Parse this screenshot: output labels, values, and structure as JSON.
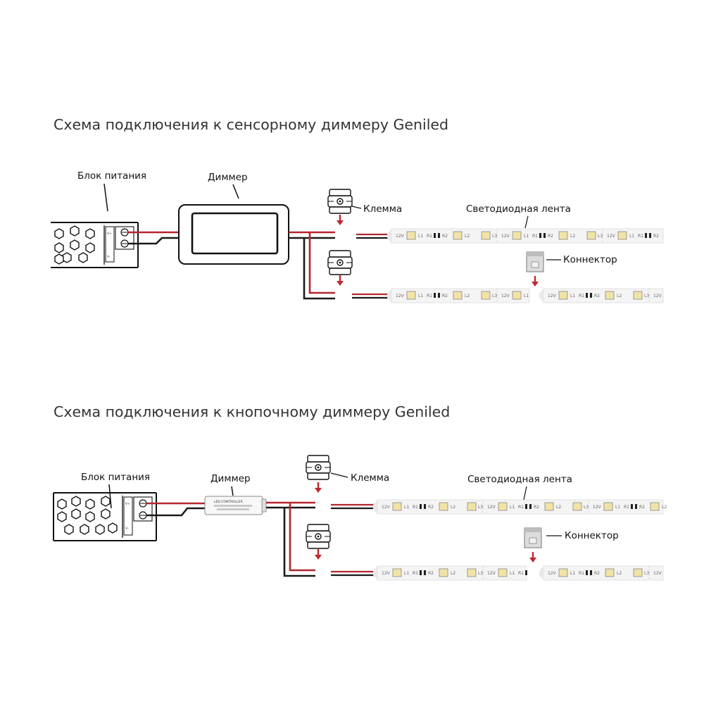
{
  "diagram_1": {
    "title": "Схема подключения к сенсорному диммеру Geniled",
    "labels": {
      "power_supply": "Блок питания",
      "dimmer": "Диммер",
      "terminal": "Клемма",
      "led_strip": "Светодиодная лента",
      "connector": "Коннектор"
    }
  },
  "diagram_2": {
    "title": "Схема подключения к кнопочному диммеру Geniled",
    "labels": {
      "power_supply": "Блок питания",
      "dimmer": "Диммер",
      "terminal": "Клемма",
      "led_strip": "Светодиодная лента",
      "connector": "Коннектор"
    },
    "controller_label": "LED CONTROLLER"
  },
  "strip_marks": {
    "voltage": "12V",
    "l1": "L1",
    "r1": "R1",
    "r2": "R2",
    "l2": "L2",
    "l3": "L3"
  },
  "colors": {
    "wire_red": "#b3272d",
    "wire_black": "#1a1a1a",
    "arrow_red": "#c0282d",
    "outline": "#111111",
    "strip_fill": "#f4f4f4",
    "led_chip": "#f1e3a6"
  }
}
